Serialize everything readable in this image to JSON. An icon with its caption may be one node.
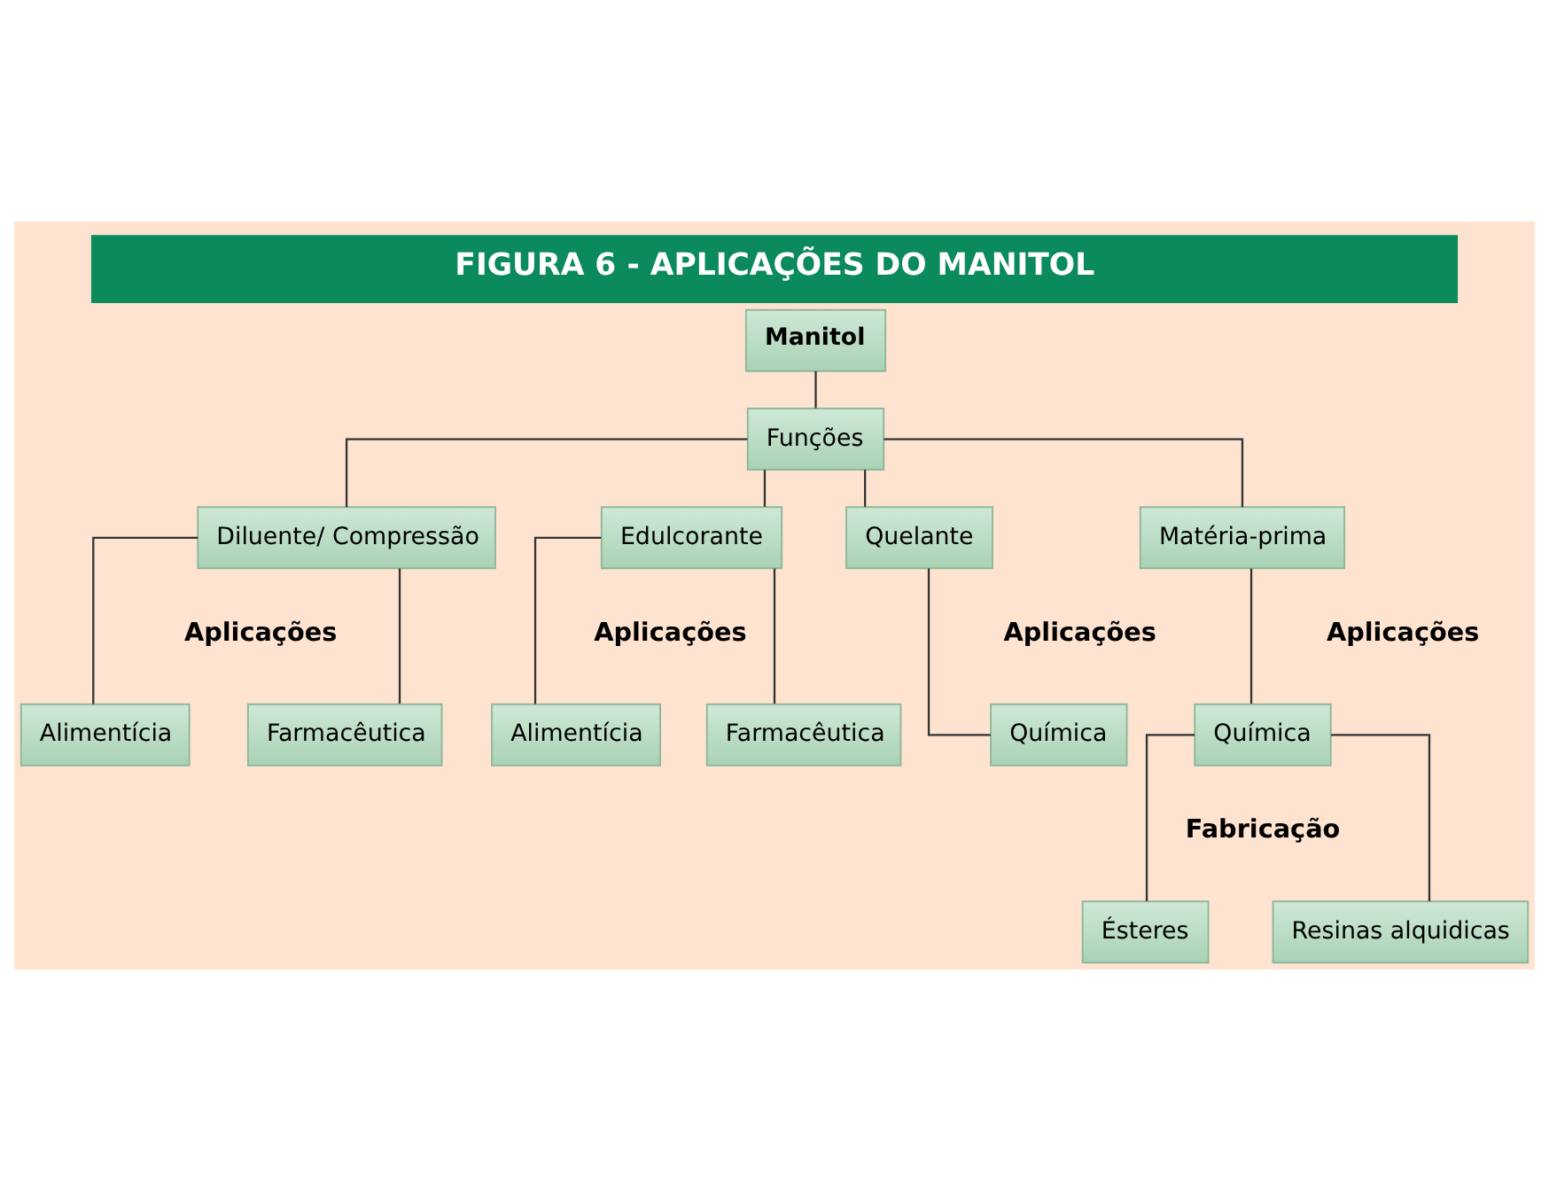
{
  "diagram": {
    "title": "FIGURA 6 - APLICAÇÕES DO MANITOL",
    "nodes": [
      {
        "text": [
          "Manitol"
        ]
      },
      {
        "text": [
          "Funções"
        ]
      },
      {
        "text": [
          "Diluente/ Compressão"
        ]
      },
      {
        "text": [
          "Edulcorante"
        ]
      },
      {
        "text": [
          "Quelante"
        ]
      },
      {
        "text": [
          "Matéria-prima"
        ]
      },
      {
        "text": [
          "Alimentícia"
        ]
      },
      {
        "text": [
          "Farmacêutica"
        ]
      },
      {
        "text": [
          "Alimentícia"
        ]
      },
      {
        "text": [
          "Farmacêutica"
        ]
      },
      {
        "text": [
          "Química"
        ]
      },
      {
        "text": [
          "Química"
        ]
      },
      {
        "text": [
          "Ésteres"
        ]
      },
      {
        "text": [
          "Resinas alquidicas"
        ]
      }
    ],
    "edges": [
      {
        "from": 0,
        "to": 1,
        "arrow": "none"
      },
      {
        "from": 1,
        "to": 2,
        "arrow": "none"
      },
      {
        "from": 1,
        "to": 3,
        "arrow": "none"
      },
      {
        "from": 1,
        "to": 4,
        "arrow": "none"
      },
      {
        "from": 1,
        "to": 5,
        "arrow": "none"
      },
      {
        "from": 2,
        "to": 6,
        "arrow": "none"
      },
      {
        "from": 2,
        "to": 7,
        "arrow": "none"
      },
      {
        "from": 3,
        "to": 8,
        "arrow": "none"
      },
      {
        "from": 3,
        "to": 9,
        "arrow": "none"
      },
      {
        "from": 4,
        "to": 10,
        "arrow": "none"
      },
      {
        "from": 5,
        "to": 11,
        "arrow": "none"
      },
      {
        "from": 11,
        "to": 12,
        "arrow": "none"
      },
      {
        "from": 11,
        "to": 13,
        "arrow": "none"
      }
    ],
    "labels": [
      "Aplicações",
      "Aplicações",
      "Aplicações",
      "Aplicações",
      "Fabricação"
    ]
  }
}
